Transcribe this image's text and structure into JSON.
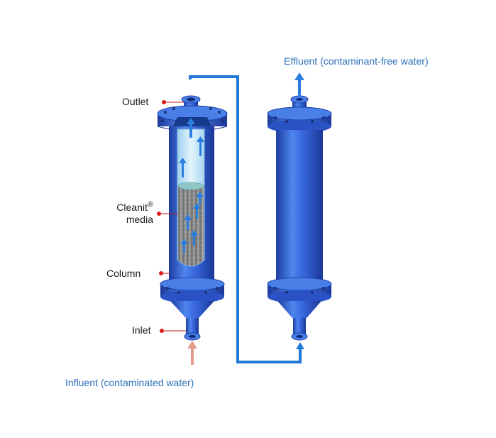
{
  "labels": {
    "outlet": "Outlet",
    "media_name": "Cleanit",
    "media_mark": "®",
    "media_word": "media",
    "column": "Column",
    "inlet": "Inlet"
  },
  "flows": {
    "effluent": "Effluent (contaminant-free water)",
    "influent": "Influent (contaminated water)"
  },
  "colors": {
    "vessel": "#2e5fd6",
    "vessel_dark": "#1d3fa6",
    "pipe": "#1e78d8",
    "flow_arrow": "#2a7ee0",
    "influent_arrow": "#e59a8a",
    "label_dot": "#e01b1b",
    "flow_text": "#2c6fb7"
  }
}
